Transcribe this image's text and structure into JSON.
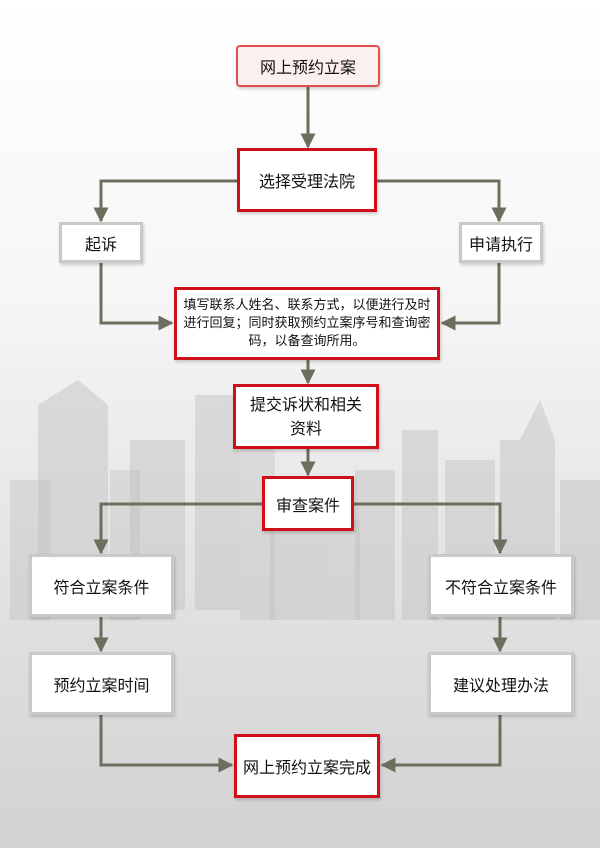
{
  "flowchart": {
    "start": "网上预约立案",
    "choose_court": "选择受理法院",
    "sue": "起诉",
    "apply_execution": "申请执行",
    "fill_contact": "填写联系人姓名、联系方式，以便进行及时进行回复；同时获取预约立案序号和查询密码，以备查询所用。",
    "submit_docs": "提交诉状和相关资料",
    "review_case": "审查案件",
    "meets_conditions": "符合立案条件",
    "not_meets_conditions": "不符合立案条件",
    "appointment_time": "预约立案时间",
    "suggest_handling": "建议处理办法",
    "complete": "网上预约立案完成"
  },
  "colors": {
    "highlight_border": "#d01018",
    "plain_border": "#c9c9c9",
    "arrow": "#6e6e5e"
  }
}
